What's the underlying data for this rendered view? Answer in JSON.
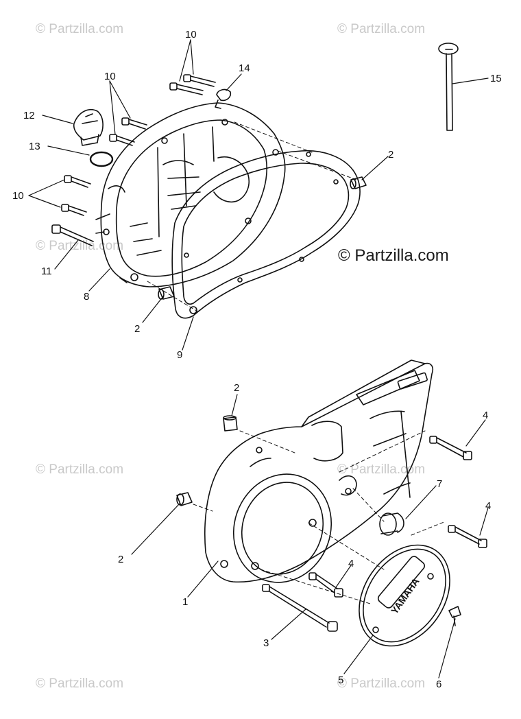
{
  "watermarks": {
    "small": "© Partzilla.com",
    "main": "© Partzilla.com"
  },
  "diagram": {
    "brand_badge": "YAMAHA",
    "callouts": {
      "c1": "1",
      "c2a": "2",
      "c2b": "2",
      "c2c": "2",
      "c2d": "2",
      "c3": "3",
      "c4a": "4",
      "c4b": "4",
      "c4c": "4",
      "c5": "5",
      "c6": "6",
      "c7": "7",
      "c8": "8",
      "c9": "9",
      "c10a": "10",
      "c10b": "10",
      "c10c": "10",
      "c11": "11",
      "c12": "12",
      "c13": "13",
      "c14": "14",
      "c15": "15"
    }
  },
  "colors": {
    "ink": "#111111",
    "watermark": "#c9c9c9",
    "background": "#ffffff"
  }
}
